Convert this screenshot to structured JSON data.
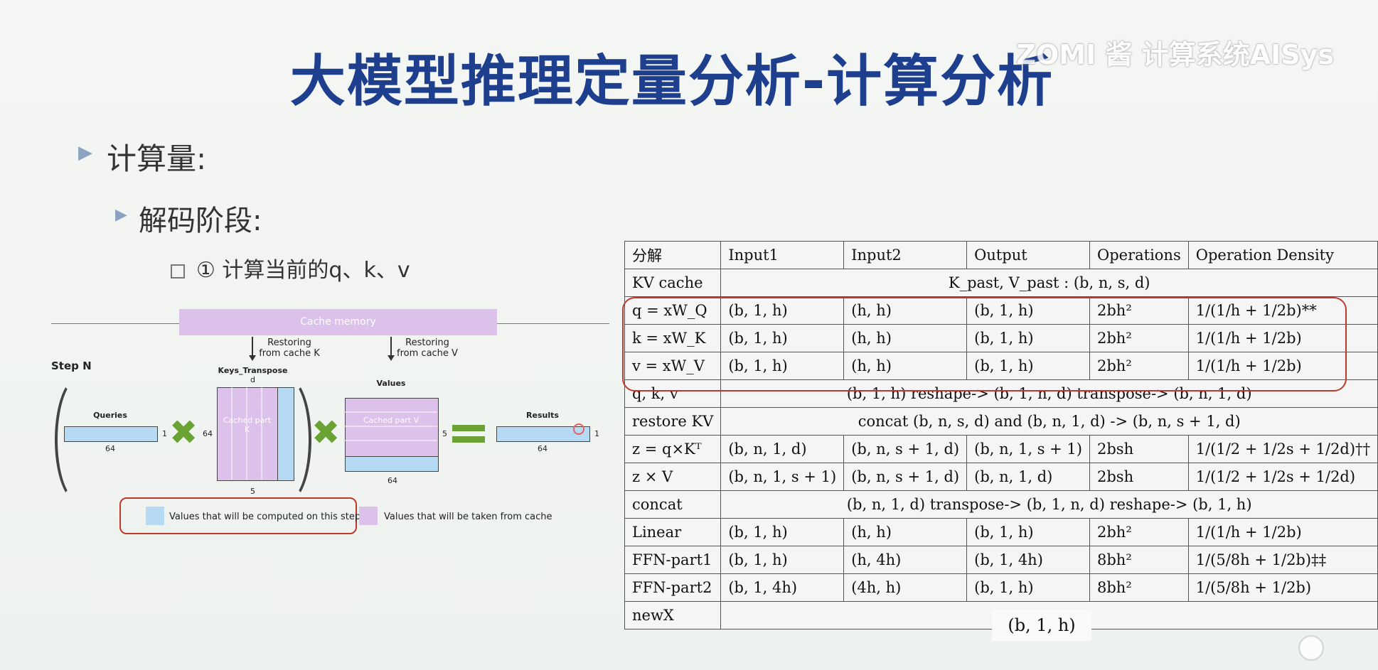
{
  "title": "大模型推理定量分析-计算分析",
  "watermark": "ZOMI 酱 计算系统AISys",
  "bullets": {
    "level1": "计算量:",
    "level2": "解码阶段:",
    "level3": "① 计算当前的q、k、v"
  },
  "diagram": {
    "cache_memory": "Cache memory",
    "restore_k": "Restoring\nfrom cache K",
    "restore_v": "Restoring\nfrom cache V",
    "step": "Step N",
    "queries": "Queries",
    "queries_dim_w": "64",
    "queries_dim_h": "1",
    "keys_title": "Keys_Transpose",
    "keys_d": "d",
    "keys_dim_left": "64",
    "keys_dim_bottom": "5",
    "keys_cached": "Cached part K",
    "values_title": "Values",
    "values_dim_right": "5",
    "values_dim_bottom": "64",
    "values_cached": "Cached part V",
    "results": "Results",
    "results_dim_w": "64",
    "results_dim_h": "1",
    "legend_computed": "Values that will be computed on this step",
    "legend_cache": "Values that will be taken from cache",
    "colors": {
      "computed": "#b7daf4",
      "cache": "#dcc1ea",
      "accent": "#6aa333",
      "highlight": "#c0392b"
    }
  },
  "table": {
    "headers": [
      "分解",
      "Input1",
      "Input2",
      "Output",
      "Operations",
      "Operation Density"
    ],
    "kv_cache": {
      "label": "KV cache",
      "value": "K_past, V_past : (b, n, s, d)"
    },
    "rows_qkv": [
      [
        "q = xW_Q",
        "(b, 1, h)",
        "(h, h)",
        "(b, 1, h)",
        "2bh²",
        "1/(1/h + 1/2b)**"
      ],
      [
        "k = xW_K",
        "(b, 1, h)",
        "(h, h)",
        "(b, 1, h)",
        "2bh²",
        "1/(1/h + 1/2b)"
      ],
      [
        "v = xW_V",
        "(b, 1, h)",
        "(h, h)",
        "(b, 1, h)",
        "2bh²",
        "1/(1/h + 1/2b)"
      ]
    ],
    "reshape": {
      "label": "q, k, v",
      "value": "(b, 1, h) reshape-> (b, 1, n, d) transpose-> (b, n, 1, d)"
    },
    "restore": {
      "label": "restore KV",
      "value": "concat (b, n, s, d) and (b, n, 1, d) -> (b, n, s + 1, d)"
    },
    "rows_attn": [
      [
        "z = q×Kᵀ",
        "(b, n, 1, d)",
        "(b, n, s + 1, d)",
        "(b, n, 1, s + 1)",
        "2bsh",
        "1/(1/2 + 1/2s + 1/2d)††"
      ],
      [
        "z × V",
        "(b, n, 1, s + 1)",
        "(b, n, s + 1, d)",
        "(b, n, 1, d)",
        "2bsh",
        "1/(1/2 + 1/2s + 1/2d)"
      ]
    ],
    "concat": {
      "label": "concat",
      "value": "(b, n, 1, d) transpose-> (b, 1, n, d) reshape-> (b, 1, h)"
    },
    "rows_ffn": [
      [
        "Linear",
        "(b, 1, h)",
        "(h, h)",
        "(b, 1, h)",
        "2bh²",
        "1/(1/h + 1/2b)"
      ],
      [
        "FFN-part1",
        "(b, 1, h)",
        "(h, 4h)",
        "(b, 1, 4h)",
        "8bh²",
        "1/(5/8h + 1/2b)‡‡"
      ],
      [
        "FFN-part2",
        "(b, 1, 4h)",
        "(4h, h)",
        "(b, 1, h)",
        "8bh²",
        "1/(5/8h + 1/2b)"
      ]
    ],
    "newx": {
      "label": "newX",
      "value": "(b, 1, h)"
    }
  }
}
